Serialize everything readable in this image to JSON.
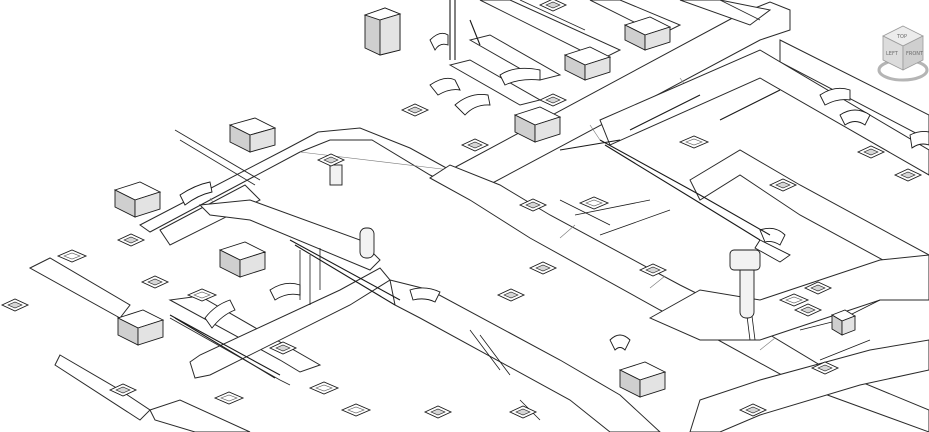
{
  "view": {
    "type": "3D isometric HVAC ductwork model"
  },
  "view_cube": {
    "faces": {
      "top": "TOP",
      "left": "LEFT",
      "front": "FRONT"
    }
  },
  "colors": {
    "line": "#1a1a1a",
    "background": "#ffffff",
    "fill_grey": "#d6d6d6"
  }
}
